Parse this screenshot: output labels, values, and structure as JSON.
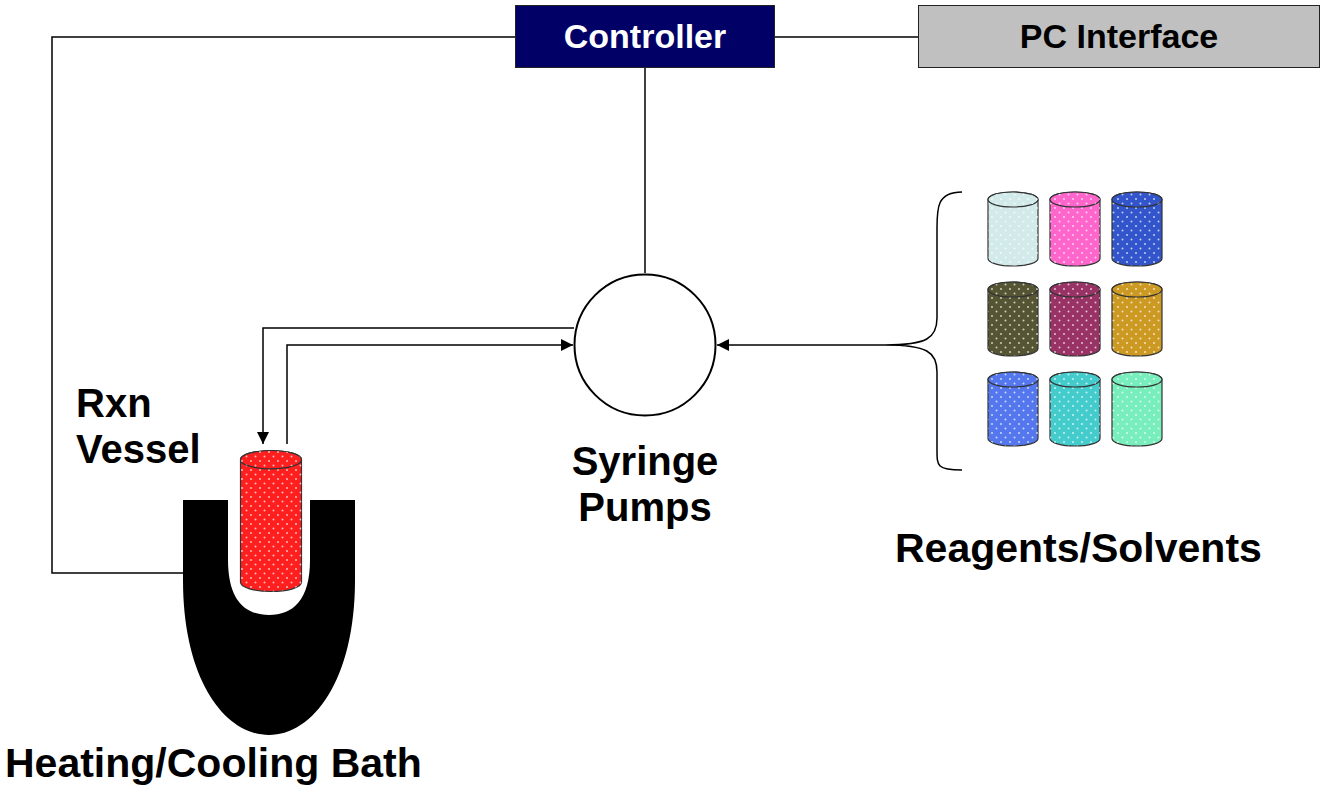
{
  "diagram": {
    "nodes": [
      {
        "text": [
          "Controller"
        ]
      },
      {
        "text": [
          "PC Interface"
        ]
      },
      {
        "text": [
          "Rxn Vessel"
        ]
      },
      {
        "text": [
          "Syringe Pumps"
        ]
      },
      {
        "text": [
          "Reagents/Solvents"
        ]
      },
      {
        "text": [
          "Heating/Cooling Bath"
        ]
      }
    ],
    "edges": [
      {
        "from": 0,
        "to": 1,
        "arrow": "none"
      },
      {
        "from": 0,
        "to": 5,
        "arrow": "none"
      },
      {
        "from": 0,
        "to": 3,
        "arrow": "none"
      },
      {
        "from": 3,
        "to": 2,
        "arrow": "to"
      },
      {
        "from": 2,
        "to": 3,
        "arrow": "to"
      },
      {
        "from": 4,
        "to": 3,
        "arrow": "to"
      }
    ]
  }
}
